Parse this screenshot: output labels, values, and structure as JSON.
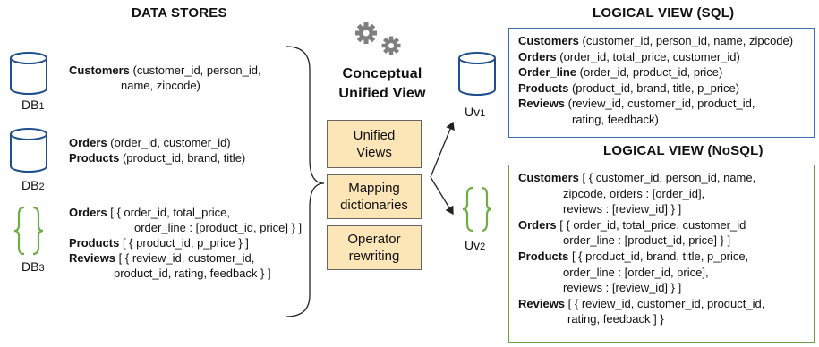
{
  "headers": {
    "data_stores": "DATA STORES",
    "logical_sql": "LOGICAL VIEW (SQL)",
    "logical_nosql": "LOGICAL VIEW (NoSQL)",
    "conceptual_line1": "Conceptual",
    "conceptual_line2": "Unified View"
  },
  "stores": {
    "db1": {
      "base": "DB",
      "sub": "1",
      "customers_name": "Customers",
      "customers_rest1": " (customer_id, person_id,",
      "customers_rest2": "name, zipcode)"
    },
    "db2": {
      "base": "DB",
      "sub": "2",
      "orders_name": "Orders",
      "orders_rest": " (order_id, customer_id)",
      "products_name": "Products",
      "products_rest": " (product_id, brand, title)"
    },
    "db3": {
      "base": "DB",
      "sub": "3",
      "orders_name": "Orders",
      "orders_rest1": " [ { order_id, total_price,",
      "orders_rest2": "order_line : [product_id, price] } ]",
      "products_name": "Products",
      "products_rest": " [ { product_id, p_price } ]",
      "reviews_name": "Reviews",
      "reviews_rest1": " [ { review_id, customer_id,",
      "reviews_rest2": "product_id, rating, feedback } ]"
    }
  },
  "center_boxes": {
    "unified_1": "Unified",
    "unified_2": "Views",
    "mapping_1": "Mapping",
    "mapping_2": "dictionaries",
    "operator_1": "Operator",
    "operator_2": "rewriting"
  },
  "views": {
    "uv1": {
      "base": "Uv",
      "sub": "1"
    },
    "uv2": {
      "base": "Uv",
      "sub": "2"
    }
  },
  "sql_panel": {
    "customers_name": "Customers",
    "customers_rest": " (customer_id, person_id, name, zipcode)",
    "orders_name": "Orders",
    "orders_rest": " (order_id, total_price, customer_id)",
    "orderline_name": "Order_line",
    "orderline_rest": " (order_id, product_id, price)",
    "products_name": "Products",
    "products_rest": " (product_id, brand, title, p_price)",
    "reviews_name": "Reviews",
    "reviews_rest1": " (review_id, customer_id, product_id,",
    "reviews_rest2": "rating, feedback)"
  },
  "nosql_panel": {
    "customers_name": "Customers",
    "customers_rest1": " [ { customer_id, person_id, name,",
    "customers_rest2": "zipcode, orders : [order_id],",
    "customers_rest3": "reviews : [review_id] } ]",
    "orders_name": "Orders",
    "orders_rest1": " [ { order_id, total_price, customer_id",
    "orders_rest2": "order_line : [product_id, price] } ]",
    "products_name": "Products",
    "products_rest1": " [ { product_id, brand, title, p_price,",
    "products_rest2": "order_line : [order_id, price],",
    "products_rest3": "reviews : [review_id] } ]",
    "reviews_name": "Reviews",
    "reviews_rest1": " [ { review_id, customer_id, product_id,",
    "reviews_rest2": "rating, feedback ] }"
  },
  "colors": {
    "box_fill": "#fce6b8",
    "sql_border": "#3b6fb4",
    "nosql_border": "#6ea046",
    "cylinder_stroke": "#1f4e8c",
    "brace_green": "#70ad47",
    "gear": "#7f7f7f"
  },
  "icons": [
    "gears-icon",
    "database-cylinder-icon",
    "json-braces-icon",
    "curly-brace-icon",
    "arrow-icon"
  ]
}
